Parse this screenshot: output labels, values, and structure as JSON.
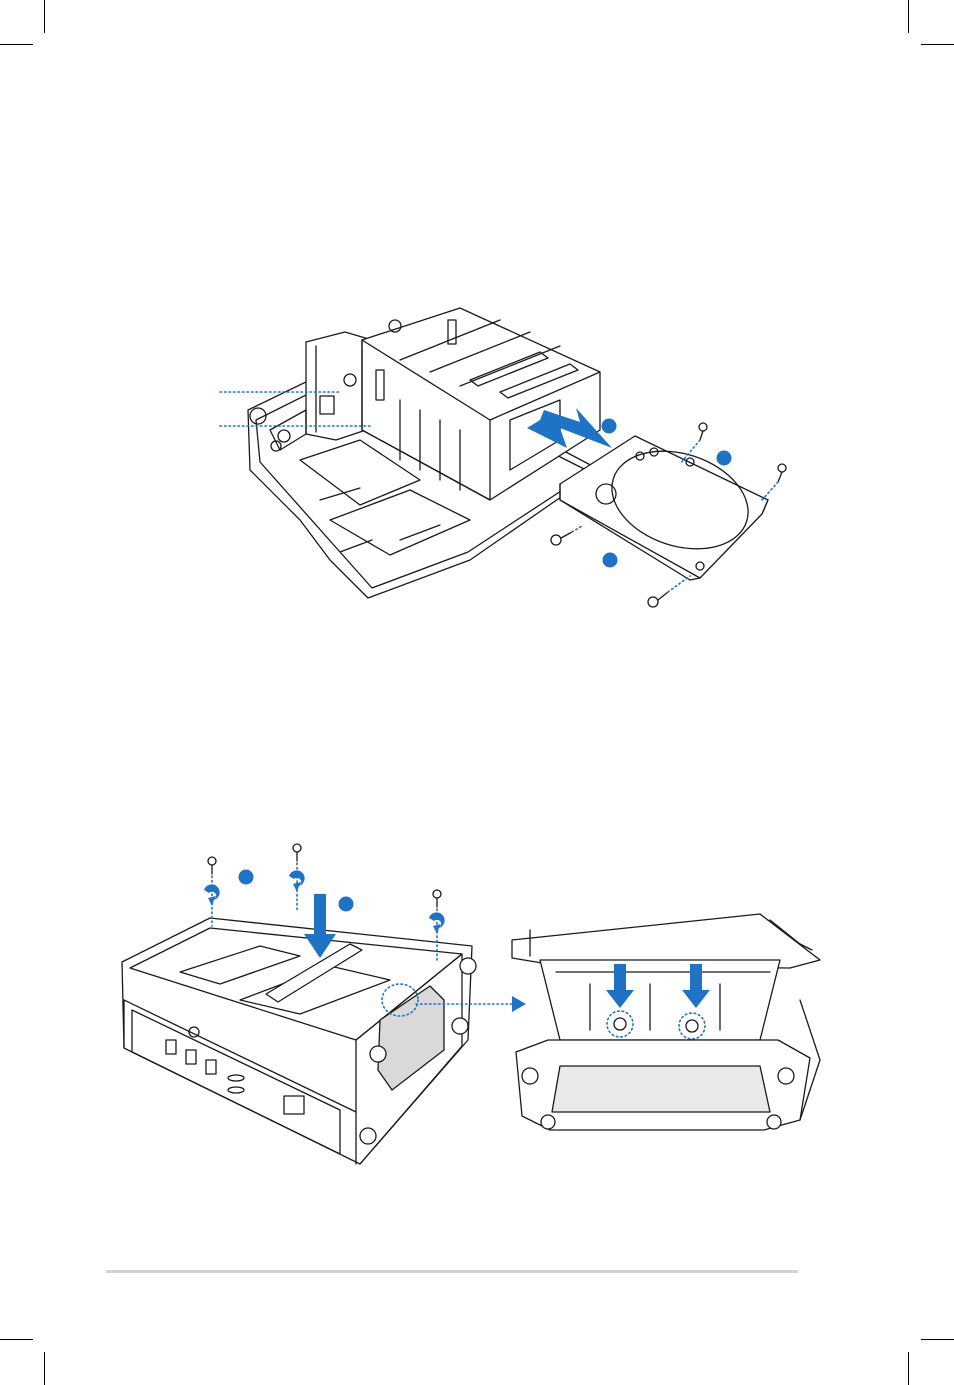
{
  "page": {
    "accent_color": "#1f73c4",
    "footer_rule_color": "#d2d2d2"
  },
  "figures": [
    {
      "name": "hdd-installation-diagram",
      "steps_shown": [
        "drive-slide-in",
        "side-screws",
        "bottom-screws"
      ]
    },
    {
      "name": "cage-mounting-diagram",
      "steps_shown": [
        "top-screws",
        "lower-cage",
        "peg-alignment-detail"
      ]
    }
  ]
}
